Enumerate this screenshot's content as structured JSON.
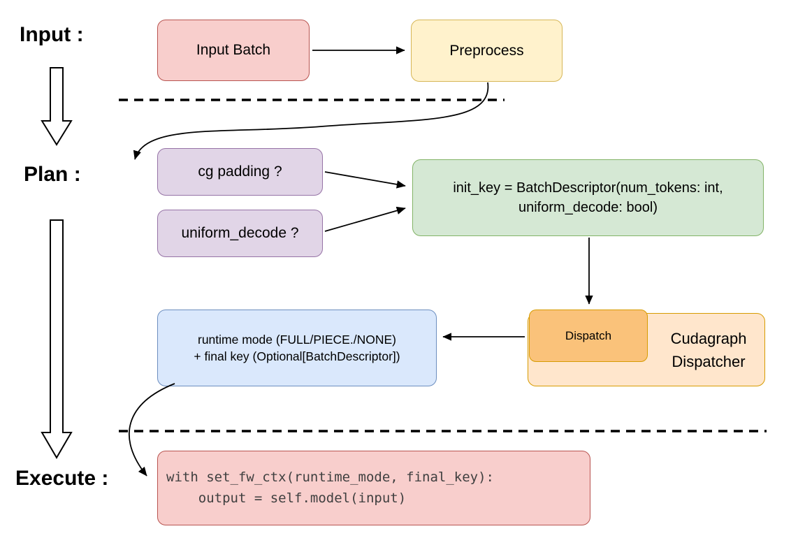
{
  "stages": {
    "input": "Input :",
    "plan": "Plan :",
    "execute": "Execute :"
  },
  "nodes": {
    "input_batch": "Input Batch",
    "preprocess": "Preprocess",
    "cg_padding": "cg padding ?",
    "uniform_decode": "uniform_decode ?",
    "init_key": "init_key = BatchDescriptor(num_tokens: int,\nuniform_decode: bool)",
    "dispatch": "Dispatch",
    "cudagraph_dispatcher": "Cudagraph\nDispatcher",
    "runtime_result": "runtime mode (FULL/PIECE./NONE)\n+ final key (Optional[BatchDescriptor])",
    "execute_code": "with set_fw_ctx(runtime_mode, final_key):\n    output = self.model(input)"
  },
  "colors": {
    "red_fill": "#f8cecc",
    "red_stroke": "#b85450",
    "yellow_fill": "#fff2cc",
    "yellow_stroke": "#d6b656",
    "purple_fill": "#e1d5e7",
    "purple_stroke": "#9673a6",
    "green_fill": "#d5e8d4",
    "green_stroke": "#82b366",
    "orange_outer_fill": "#ffe6cc",
    "orange_inner_fill": "#fac27a",
    "orange_stroke": "#d79b00",
    "blue_fill": "#dae8fc",
    "blue_stroke": "#6c8ebf",
    "arrow_color": "#000000",
    "code_text": "#3f3f3f"
  }
}
